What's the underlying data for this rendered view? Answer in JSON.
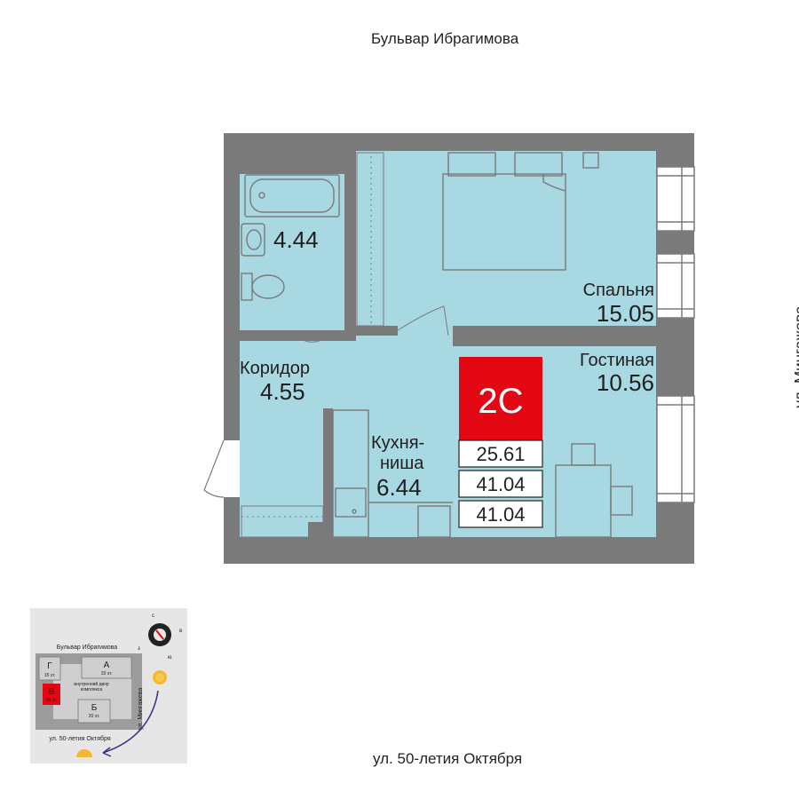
{
  "streets": {
    "top": "Бульвар Ибрагимова",
    "bottom": "ул. 50-летия Октября",
    "right": "ул. Мингажева"
  },
  "rooms": {
    "bathroom": {
      "area": "4.44"
    },
    "bedroom": {
      "label": "Спальня",
      "area": "15.05"
    },
    "corridor": {
      "label": "Коридор",
      "area": "4.55"
    },
    "living": {
      "label": "Гостиная",
      "area": "10.56"
    },
    "kitchen": {
      "label_line1": "Кухня-",
      "label_line2": "ниша",
      "area": "6.44"
    }
  },
  "badge": {
    "code": "2С",
    "areas": [
      "25.61",
      "41.04",
      "41.04"
    ],
    "color": "#e30613"
  },
  "colors": {
    "wall": "#7a7a7a",
    "floor": "#a8d8e2",
    "accent": "#e30613"
  },
  "minimap": {
    "street_top": "Бульвар Ибрагимова",
    "street_bottom": "ул. 50-летия Октября",
    "street_side": "ул. Мингажева",
    "courtyard": [
      "внутренний двор",
      "комплекса"
    ],
    "buildings": [
      {
        "letter": "Г",
        "floors": "15 эт."
      },
      {
        "letter": "А",
        "floors": "33 эт."
      },
      {
        "letter": "В",
        "floors": "15 эт."
      },
      {
        "letter": "Б",
        "floors": "20 эт."
      }
    ],
    "compass": {
      "n": "с",
      "e": "в",
      "s": "ю",
      "w": "з"
    }
  }
}
